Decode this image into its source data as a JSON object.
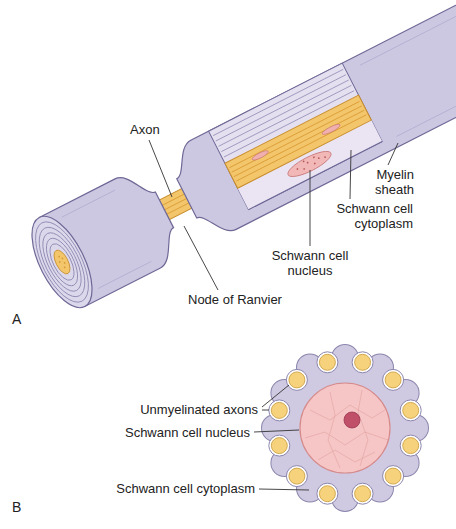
{
  "diagram": {
    "labels": [
      "Axon",
      "Myelin sheath",
      "Schwann cell cytoplasm",
      "Schwann cell nucleus",
      "Node of Ranvier",
      "A",
      "Unmyelinated axons",
      "Schwann cell nucleus",
      "Schwann cell cytoplasm",
      "B"
    ]
  }
}
